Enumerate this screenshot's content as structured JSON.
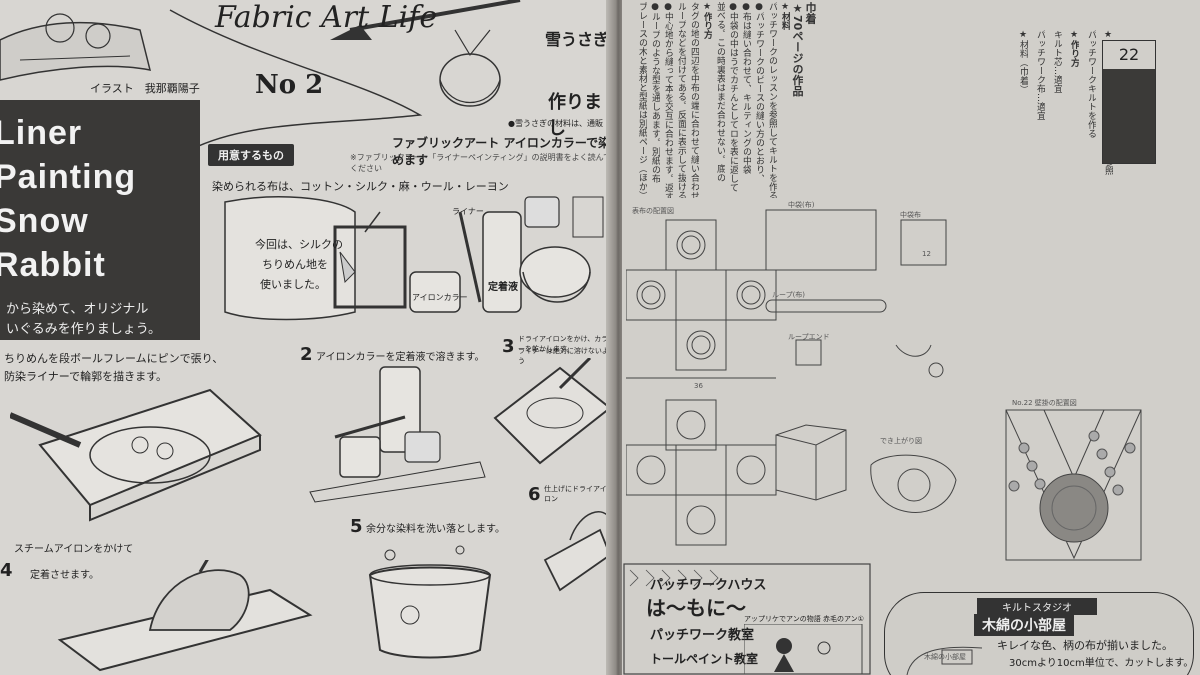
{
  "left": {
    "header": {
      "series_title": "Fabric Art Life",
      "series_no": "No 2",
      "illust_credit": "イラスト　我那覇陽子"
    },
    "title_lines": [
      "Liner",
      "Painting",
      "Snow",
      "Rabbit"
    ],
    "intro": [
      "から染めて、オリジナル",
      "いぐるみを作りましょう。"
    ],
    "right_title": [
      "雪うさぎ",
      "作りまし"
    ],
    "right_note": "●雪うさぎの材料は、通販",
    "subtitle_main": "ファブリックアート アイロンカラーで染めます",
    "subtitle_note": "※ファブリックアート「ライナーペインティング」の説明書をよく読んでください",
    "prep_header": "用意するもの",
    "prep_text": "染められる布は、コットン・シルク・麻・ウール・レーヨン",
    "bubble": [
      "今回は、シルクの",
      "ちりめん地を",
      "使いました。"
    ],
    "step1": [
      "ちりめんを段ボールフレームにピンで張り、",
      "防染ライナーで輪郭を描きます。"
    ],
    "step2_no": "2",
    "step2": "アイロンカラーを定着液で溶きます。",
    "step3_no": "3",
    "step3": [
      "ドライアイロンをかけ、カラーを乾かします。",
      "ライナーは絶対に溶けないよう"
    ],
    "step4_no": "4",
    "step4": [
      "スチームアイロンをかけて",
      "定着させます。"
    ],
    "step5_no": "5",
    "step5": "余分な染料を洗い落とします。",
    "step6_no": "6",
    "step6": "仕上げにドライアイロン",
    "product_labels": [
      "アイロンカラー",
      "定着液",
      "ライナー"
    ]
  },
  "right": {
    "page_no": "22",
    "vertical_columns": [
      "ブレースの木と素材と型紙は別紙ページ（ほか）",
      "●ループのような型を通しあます。別紙の布",
      "●中心地から縫って本を交互に合わせます。返す",
      "ループなどを付けてある。反面に表示して抜けるよう",
      "タグの地の四辺を中布の端に合わせて縫い合わせる",
      "★作り方",
      "並べる。この時裏表はまだ合わせない。底の",
      "●中袋の中はうでカチんとしてロを表に返して",
      "●布は縫い合わせて、キルティングの中袋",
      "●パッチワークのピースの縫い方のとおり、",
      "パッチワークのレッスンを参照してキルトを作る",
      "★材料",
      "★70ページの作品",
      "巾着"
    ],
    "vertical_far": [
      "★材料（巾着）",
      "パッチワーク布…適宜",
      "キルト芯…適宜",
      "★作り方",
      "パッチワークキルトを作る",
      "★ファスナーのつけ方はページ参照"
    ],
    "pattern_labels": {
      "layout": "表布の配置図",
      "cut_out": "中袋(布)",
      "center": "中袋布",
      "loop": "ループ(布)",
      "loop_end": "ループエンド",
      "finished": "でき上がり図",
      "dim_12": "12",
      "dim_36": "36"
    },
    "wall_diagram_title": "No.22 壁掛の配置図",
    "bottom_banner": "パッチワークハウス",
    "bottom_banner_sub": "は～もに～",
    "bottom_banner_line2": "パッチワーク教室",
    "bottom_banner_line3": "トールペイント教室",
    "anne_line": "アップリケでアンの物語 赤毛のアン①",
    "quilt_studio_header": "キルトスタジオ",
    "quilt_studio_name": "木綿の小部屋",
    "quilt_studio_text": "キレイな色、柄の布が揃いました。",
    "quilt_studio_text2": "30cmより10cm単位で、カットします。",
    "quilt_small": "木綿の小部屋"
  }
}
